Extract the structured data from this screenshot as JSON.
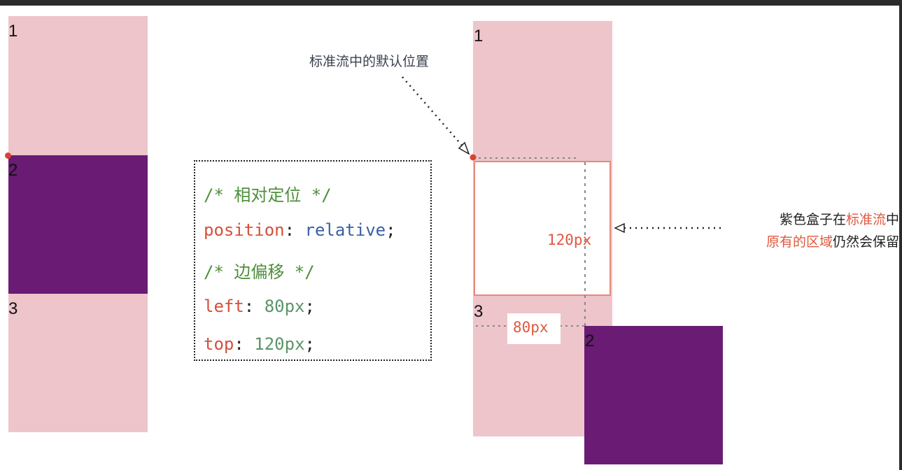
{
  "left_boxes": {
    "box1": "1",
    "box2": "2",
    "box3": "3"
  },
  "code": {
    "comment1": "/* 相对定位 */",
    "prop1": "position",
    "val1": "relative",
    "comment2": "/* 边偏移 */",
    "prop2": "left",
    "val2": "80px",
    "prop3": "top",
    "val3": "120px",
    "colon": ": ",
    "semi": ";"
  },
  "right_boxes": {
    "box1": "1",
    "box2": "2",
    "box3": "3"
  },
  "annotations": {
    "default_position": "标准流中的默认位置",
    "top_offset": "120px",
    "left_offset": "80px",
    "note_part1": "紫色盒子在",
    "note_part2": "标准流",
    "note_part3": "中",
    "note_part4": "原有的区域",
    "note_part5": "仍然会保留"
  },
  "colors": {
    "pink": "#edc5cb",
    "purple": "#6a1b74",
    "accent": "#e0583f"
  }
}
